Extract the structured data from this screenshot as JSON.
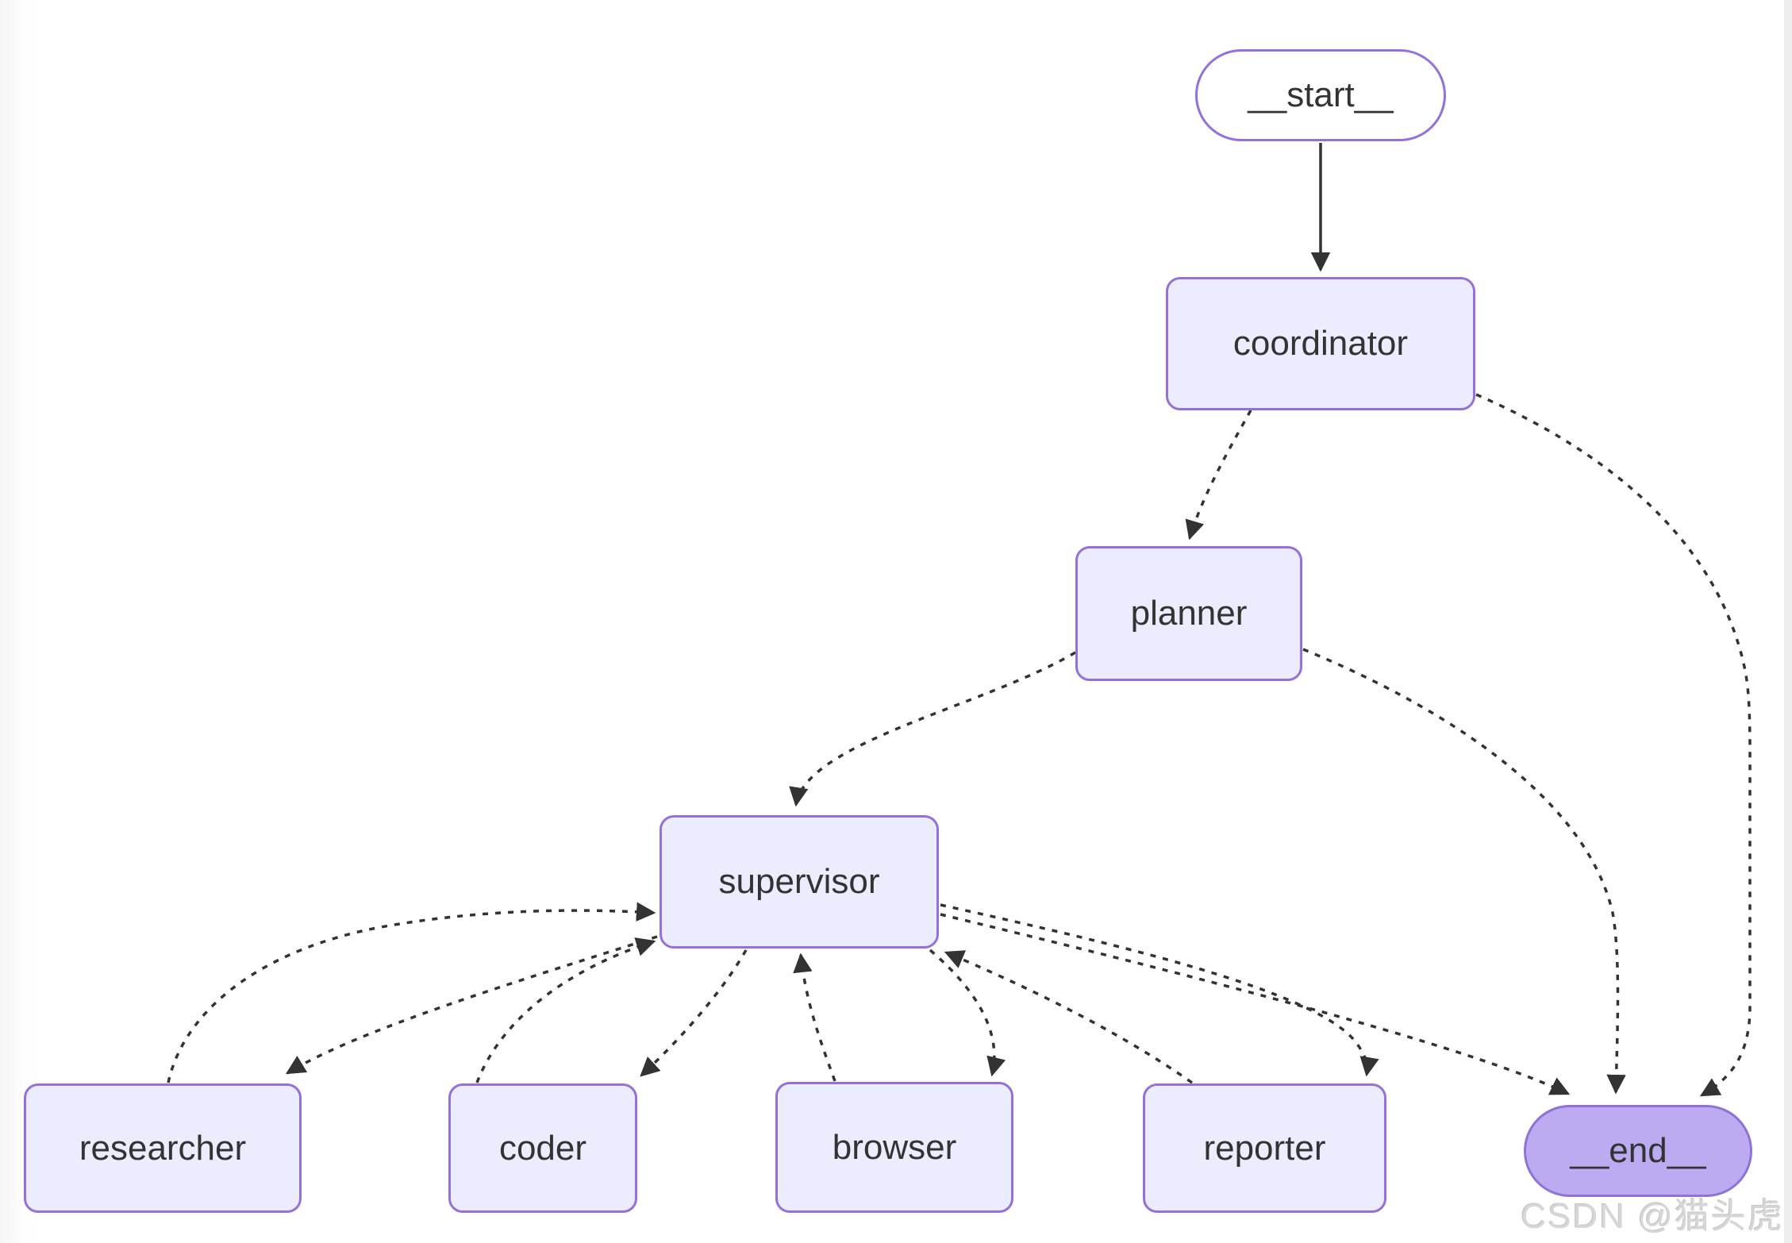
{
  "diagram": {
    "type": "flowchart",
    "direction": "top-down",
    "watermark": "CSDN @猫头虎",
    "colors": {
      "background": "#FFFFFF",
      "node_fill": "#ECECFF",
      "start_fill": "#FFFFFF",
      "end_fill": "#BCABF0",
      "node_border": "#9370DB",
      "end_border": "#8E72D6",
      "text": "#333333",
      "edge": "#333333",
      "watermark_color": "#D6D6D6"
    },
    "nodes": [
      {
        "id": "__start__",
        "label": "__start__",
        "shape": "stadium"
      },
      {
        "id": "coordinator",
        "label": "coordinator",
        "shape": "rect"
      },
      {
        "id": "planner",
        "label": "planner",
        "shape": "rect"
      },
      {
        "id": "supervisor",
        "label": "supervisor",
        "shape": "rect"
      },
      {
        "id": "researcher",
        "label": "researcher",
        "shape": "rect"
      },
      {
        "id": "coder",
        "label": "coder",
        "shape": "rect"
      },
      {
        "id": "browser",
        "label": "browser",
        "shape": "rect"
      },
      {
        "id": "reporter",
        "label": "reporter",
        "shape": "rect"
      },
      {
        "id": "__end__",
        "label": "__end__",
        "shape": "stadium"
      }
    ],
    "edges": [
      {
        "from": "__start__",
        "to": "coordinator",
        "style": "solid"
      },
      {
        "from": "coordinator",
        "to": "planner",
        "style": "dotted"
      },
      {
        "from": "coordinator",
        "to": "__end__",
        "style": "dotted"
      },
      {
        "from": "planner",
        "to": "supervisor",
        "style": "dotted"
      },
      {
        "from": "planner",
        "to": "__end__",
        "style": "dotted"
      },
      {
        "from": "supervisor",
        "to": "researcher",
        "style": "dotted"
      },
      {
        "from": "researcher",
        "to": "supervisor",
        "style": "dotted"
      },
      {
        "from": "supervisor",
        "to": "coder",
        "style": "dotted"
      },
      {
        "from": "coder",
        "to": "supervisor",
        "style": "dotted"
      },
      {
        "from": "supervisor",
        "to": "browser",
        "style": "dotted"
      },
      {
        "from": "browser",
        "to": "supervisor",
        "style": "dotted"
      },
      {
        "from": "supervisor",
        "to": "reporter",
        "style": "dotted"
      },
      {
        "from": "reporter",
        "to": "supervisor",
        "style": "dotted"
      },
      {
        "from": "supervisor",
        "to": "__end__",
        "style": "dotted"
      }
    ]
  }
}
